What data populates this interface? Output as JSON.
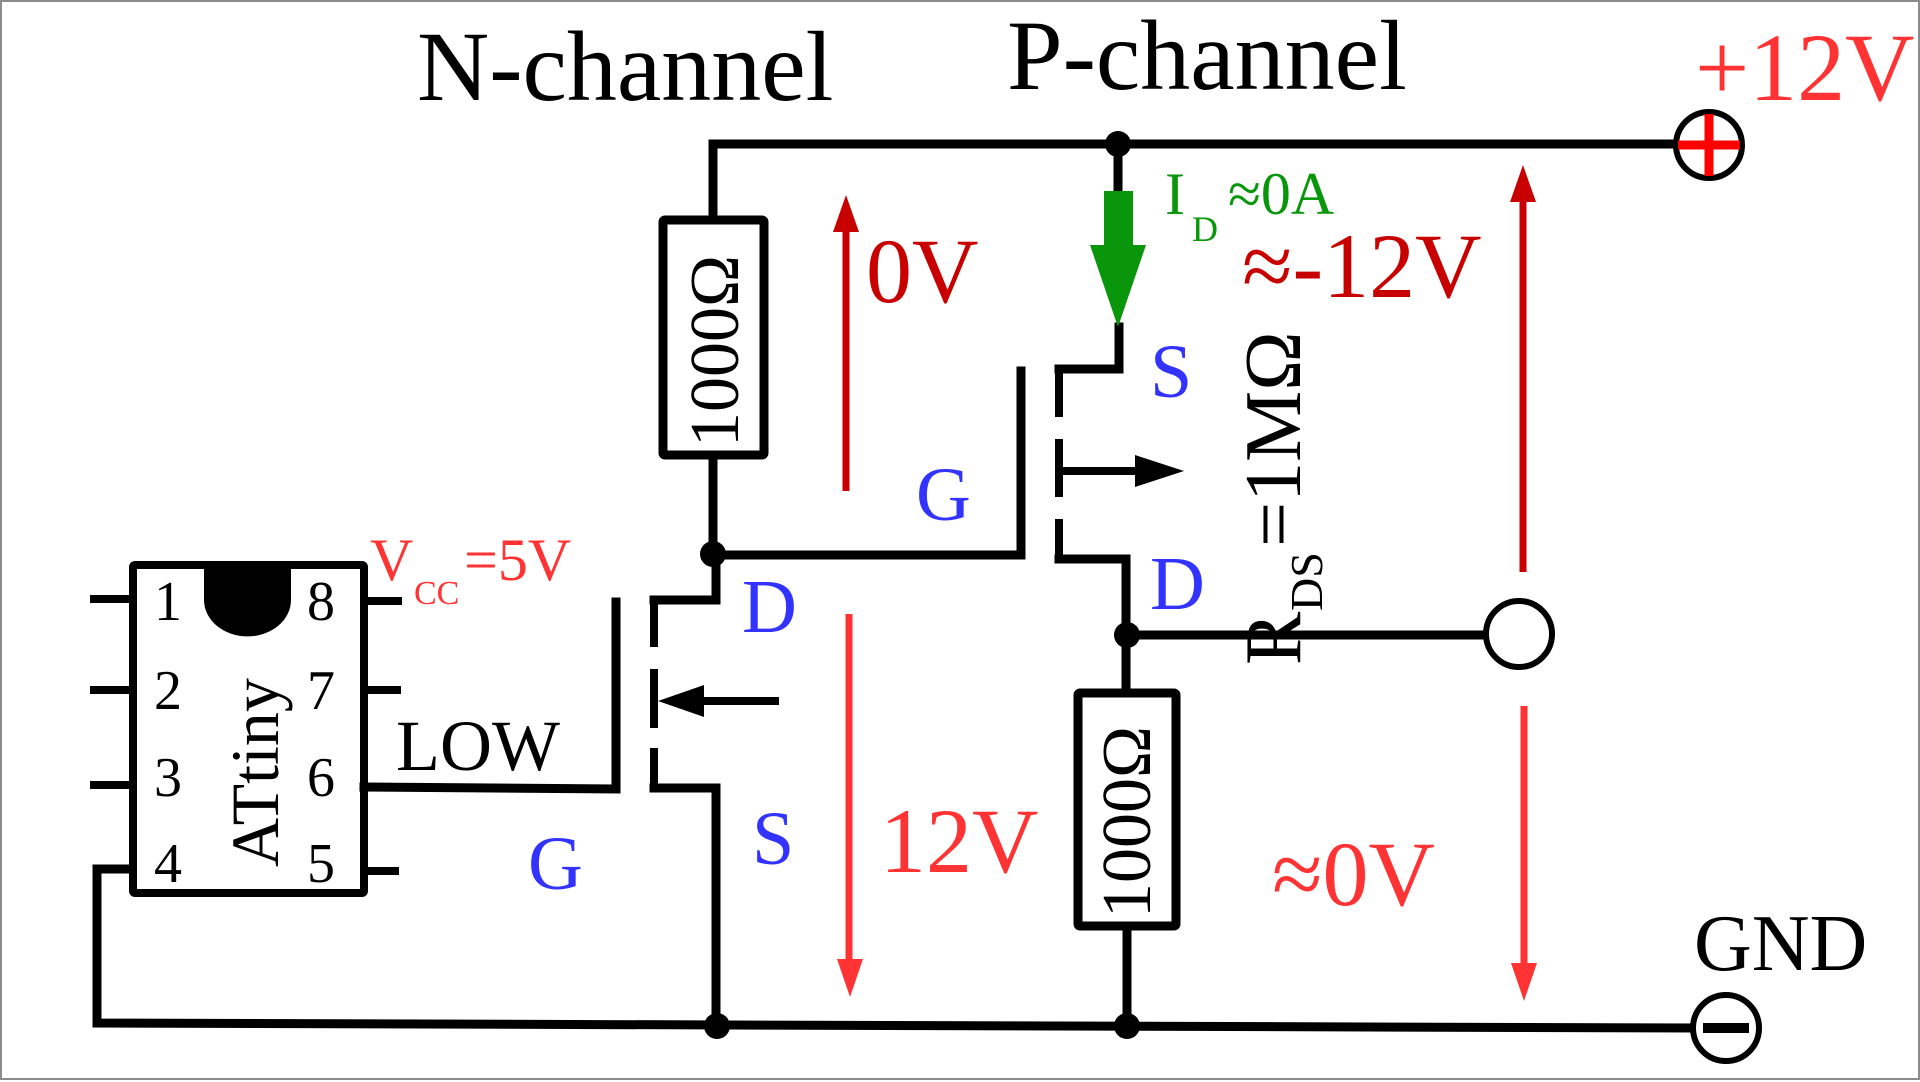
{
  "titles": {
    "n_channel": "N-channel",
    "p_channel": "P-channel"
  },
  "supply": {
    "positive_label": "+12V",
    "ground_label": "GND",
    "positive_terminal_icon": "plus-terminal-icon",
    "ground_terminal_icon": "minus-terminal-icon"
  },
  "chip": {
    "name": "ATtiny",
    "pins_left": [
      "1",
      "2",
      "3",
      "4"
    ],
    "pins_right": [
      "8",
      "7",
      "6",
      "5"
    ],
    "vcc_label": "V",
    "vcc_sub": "CC",
    "vcc_value": "=5V",
    "output_state": "LOW"
  },
  "n_mosfet": {
    "gate": "G",
    "drain": "D",
    "source": "S"
  },
  "p_mosfet": {
    "gate": "G",
    "drain": "D",
    "source": "S",
    "rds_label": "R",
    "rds_sub": "DS",
    "rds_value": "=1MΩ"
  },
  "resistors": {
    "upper": "1000Ω",
    "lower": "1000Ω"
  },
  "annotations": {
    "gate_voltage_upper": "0V",
    "nmos_vds": "12V",
    "current_label": "I",
    "current_sub": "D",
    "current_value": "≈0A",
    "pmos_vds": "≈-12V",
    "output_voltage": "≈0V"
  },
  "colors": {
    "wire": "#000000",
    "terminal_label": "#3333ff",
    "voltage_bright": "#ff3333",
    "voltage_dark": "#c80000",
    "current": "#0a960a",
    "plus_sign": "#ff0000"
  }
}
